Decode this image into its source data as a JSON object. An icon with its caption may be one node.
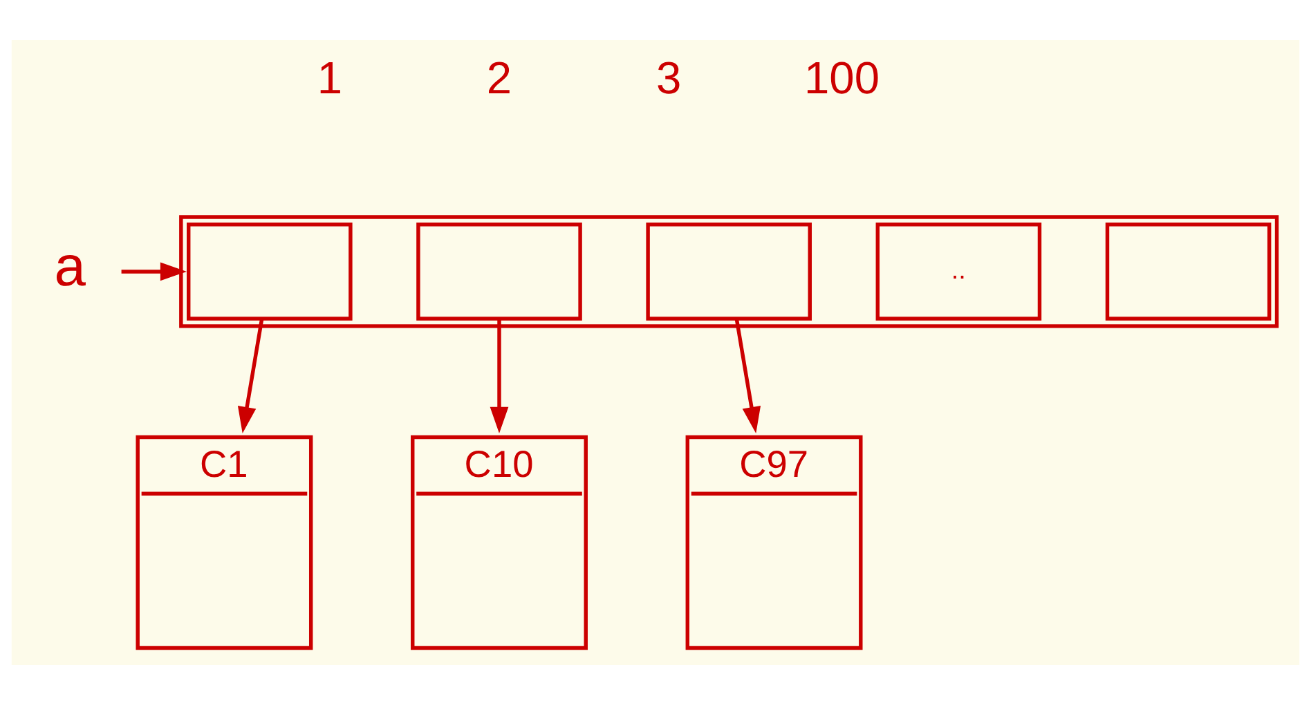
{
  "diagram": {
    "nodes": [
      {
        "text": [
          "a"
        ]
      },
      {
        "text": [],
        "shape": "box"
      },
      {
        "text": [],
        "shape": "box",
        "in": 1
      },
      {
        "text": [],
        "shape": "box",
        "in": 1
      },
      {
        "text": [],
        "shape": "box",
        "in": 1
      },
      {
        "text": [
          ".."
        ],
        "in": 1
      },
      {
        "text": [],
        "shape": "box",
        "in": 1
      },
      {
        "text": [
          "C1"
        ]
      },
      {
        "text": [
          "C10"
        ]
      },
      {
        "text": [
          "C97"
        ]
      }
    ],
    "edges": [
      {
        "from": 0,
        "to": 1,
        "arrow": "to"
      },
      {
        "from": 2,
        "to": 7,
        "arrow": "to"
      },
      {
        "from": 3,
        "to": 8,
        "arrow": "to"
      },
      {
        "from": 4,
        "to": 9,
        "arrow": "to"
      }
    ],
    "labels": [
      "1",
      "2",
      "3",
      "100"
    ]
  }
}
